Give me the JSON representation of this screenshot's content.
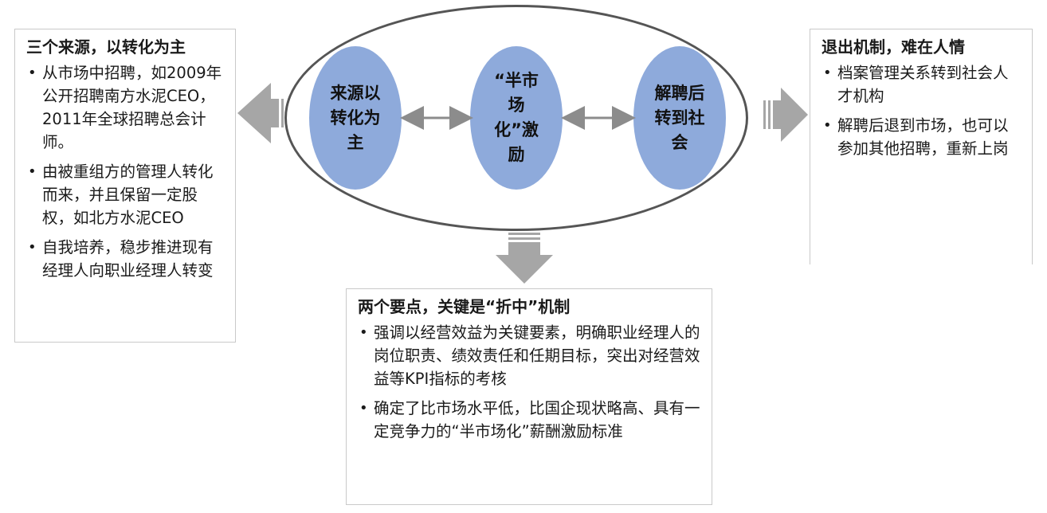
{
  "left_box": {
    "title": "三个来源，以转化为主",
    "items": [
      "从市场中招聘，如2009年公开招聘南方水泥CEO，2011年全球招聘总会计师。",
      "由被重组方的管理人转化而来，并且保留一定股权，如北方水泥CEO",
      "自我培养，稳步推进现有经理人向职业经理人转变"
    ]
  },
  "right_box": {
    "title": "退出机制，难在人情",
    "items": [
      "档案管理关系转到社会人才机构",
      "解聘后退到市场，也可以参加其他招聘，重新上岗"
    ]
  },
  "bottom_box": {
    "title": "两个要点，关键是“折中”机制",
    "items": [
      "强调以经营效益为关键要素，明确职业经理人的岗位职责、绩效责任和任期目标，突出对经营效益等KPI指标的考核",
      "确定了比市场水平低，比国企现状略高、具有一定竞争力的“半市场化”薪酬激励标准"
    ]
  },
  "ellipse_nodes": [
    {
      "label": "来源以转化为主"
    },
    {
      "label": "“半市场化”激励"
    },
    {
      "label": "解聘后转到社会"
    }
  ],
  "colors": {
    "node_fill": "#8eaadb",
    "arrow_fill": "#a6a6a6",
    "border": "#c9c9c9",
    "ellipse_stroke": "#555555"
  }
}
